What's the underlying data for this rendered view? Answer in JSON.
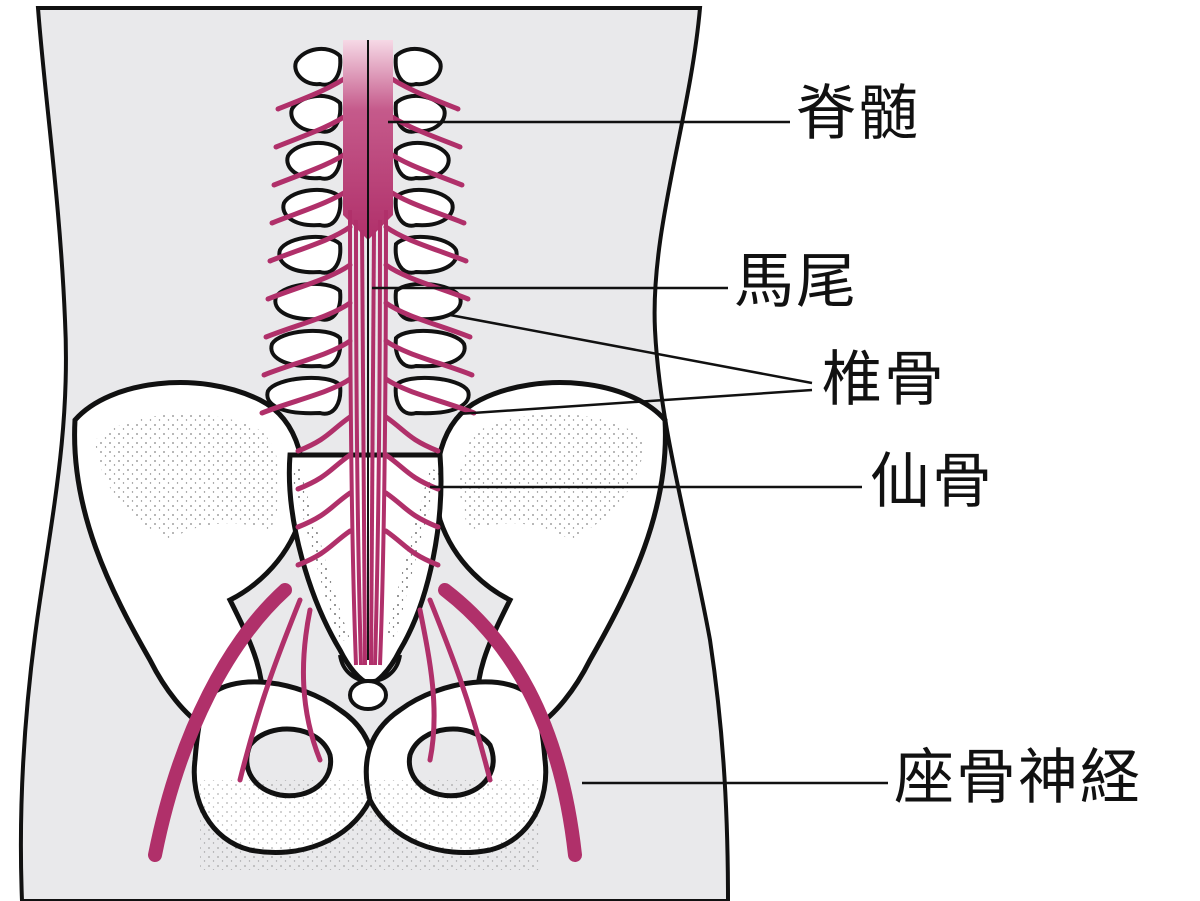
{
  "labels": {
    "spinal_cord": "脊髄",
    "cauda_equina": "馬尾",
    "vertebra": "椎骨",
    "sacrum": "仙骨",
    "sciatic_nerve": "座骨神経"
  },
  "colors": {
    "nerve": "#b0306a",
    "cord_top": "#f3cfe0",
    "body": "#e9e9eb",
    "bone": "#ffffff",
    "outline": "#111111"
  }
}
